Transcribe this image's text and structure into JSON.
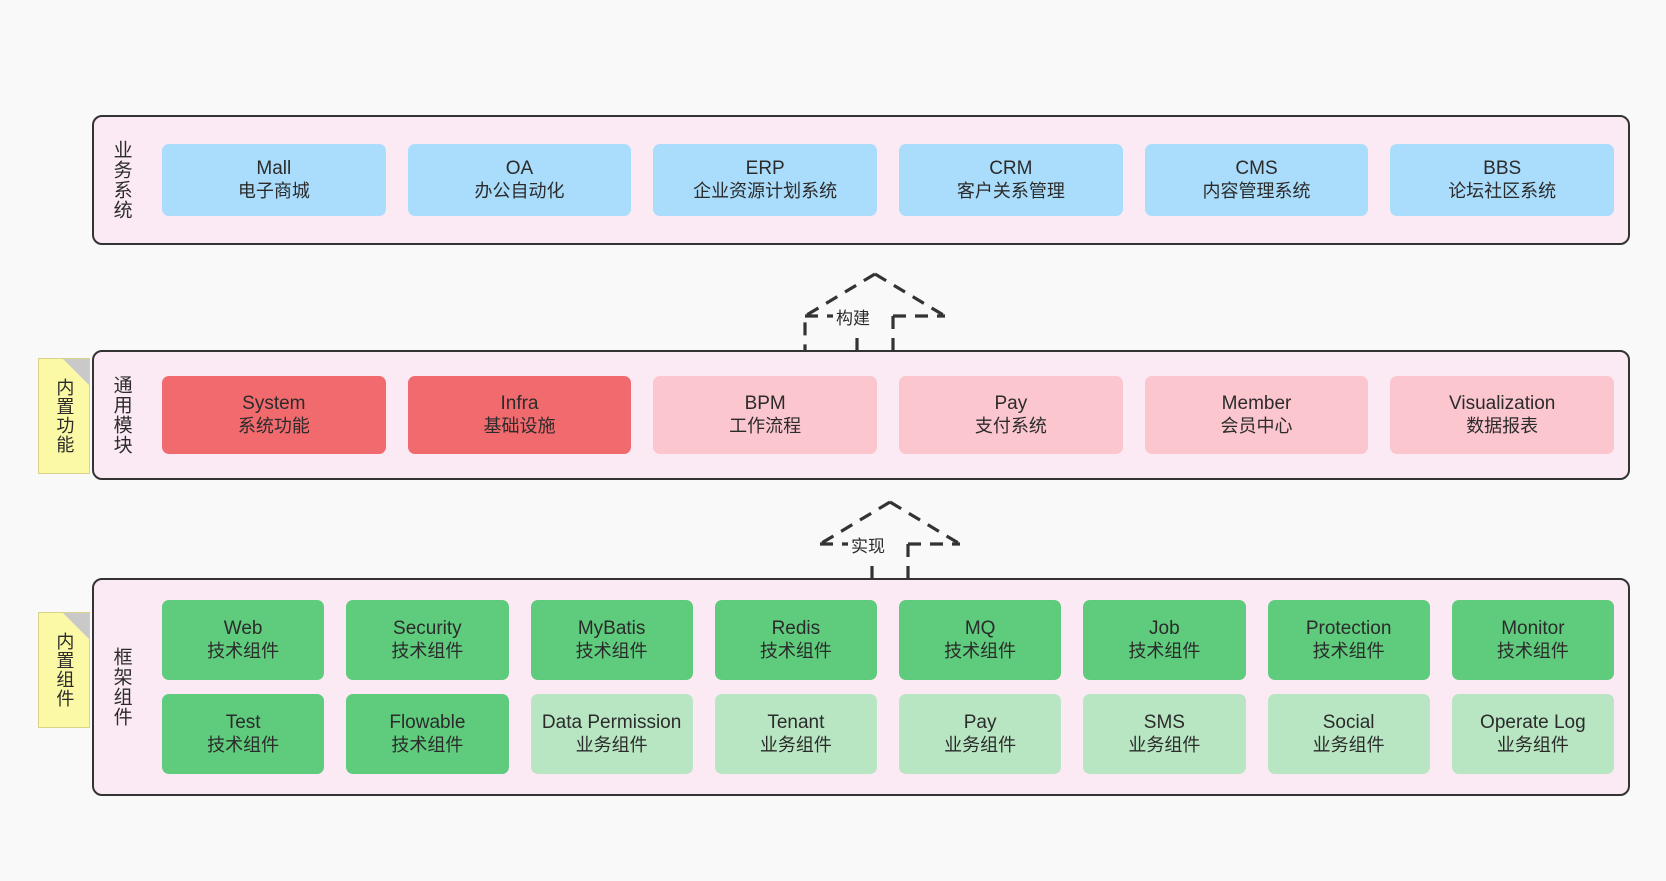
{
  "diagram": {
    "background": "#f9f9f9",
    "panel_fill": "#fbeaf4",
    "panel_stroke": "#333333",
    "note_fill": "#fbf8a6"
  },
  "layers": [
    {
      "id": "business-system",
      "title": "业务系统",
      "rows": [
        {
          "cells": [
            {
              "title": "Mall",
              "subtitle": "电子商城",
              "fill": "#aadcfb"
            },
            {
              "title": "OA",
              "subtitle": "办公自动化",
              "fill": "#aadcfb"
            },
            {
              "title": "ERP",
              "subtitle": "企业资源计划系统",
              "fill": "#aadcfb"
            },
            {
              "title": "CRM",
              "subtitle": "客户关系管理",
              "fill": "#aadcfb"
            },
            {
              "title": "CMS",
              "subtitle": "内容管理系统",
              "fill": "#aadcfb"
            },
            {
              "title": "BBS",
              "subtitle": "论坛社区系统",
              "fill": "#aadcfb"
            }
          ]
        }
      ]
    },
    {
      "id": "common-module",
      "title": "通用模块",
      "note": "内置功能",
      "rows": [
        {
          "cells": [
            {
              "title": "System",
              "subtitle": "系统功能",
              "fill": "#f16a6e"
            },
            {
              "title": "Infra",
              "subtitle": "基础设施",
              "fill": "#f16a6e"
            },
            {
              "title": "BPM",
              "subtitle": "工作流程",
              "fill": "#fbc6cd"
            },
            {
              "title": "Pay",
              "subtitle": "支付系统",
              "fill": "#fbc6cd"
            },
            {
              "title": "Member",
              "subtitle": "会员中心",
              "fill": "#fbc6cd"
            },
            {
              "title": "Visualization",
              "subtitle": "数据报表",
              "fill": "#fbc6cd"
            }
          ]
        }
      ]
    },
    {
      "id": "framework-component",
      "title": "框架组件",
      "note": "内置组件",
      "rows": [
        {
          "cells": [
            {
              "title": "Web",
              "subtitle": "技术组件",
              "fill": "#5fcb7d"
            },
            {
              "title": "Security",
              "subtitle": "技术组件",
              "fill": "#5fcb7d"
            },
            {
              "title": "MyBatis",
              "subtitle": "技术组件",
              "fill": "#5fcb7d"
            },
            {
              "title": "Redis",
              "subtitle": "技术组件",
              "fill": "#5fcb7d"
            },
            {
              "title": "MQ",
              "subtitle": "技术组件",
              "fill": "#5fcb7d"
            },
            {
              "title": "Job",
              "subtitle": "技术组件",
              "fill": "#5fcb7d"
            },
            {
              "title": "Protection",
              "subtitle": "技术组件",
              "fill": "#5fcb7d"
            },
            {
              "title": "Monitor",
              "subtitle": "技术组件",
              "fill": "#5fcb7d"
            }
          ]
        },
        {
          "cells": [
            {
              "title": "Test",
              "subtitle": "技术组件",
              "fill": "#5fcb7d"
            },
            {
              "title": "Flowable",
              "subtitle": "技术组件",
              "fill": "#5fcb7d"
            },
            {
              "title": "Data Permission",
              "subtitle": "业务组件",
              "fill": "#b8e6c2"
            },
            {
              "title": "Tenant",
              "subtitle": "业务组件",
              "fill": "#b8e6c2"
            },
            {
              "title": "Pay",
              "subtitle": "业务组件",
              "fill": "#b8e6c2"
            },
            {
              "title": "SMS",
              "subtitle": "业务组件",
              "fill": "#b8e6c2"
            },
            {
              "title": "Social",
              "subtitle": "业务组件",
              "fill": "#b8e6c2"
            },
            {
              "title": "Operate Log",
              "subtitle": "业务组件",
              "fill": "#b8e6c2"
            }
          ]
        }
      ]
    }
  ],
  "connectors": [
    {
      "id": "build",
      "label": "构建"
    },
    {
      "id": "implement",
      "label": "实现"
    }
  ]
}
